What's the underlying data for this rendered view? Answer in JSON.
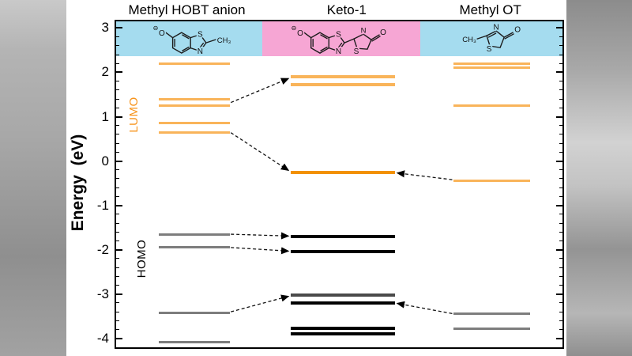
{
  "figure": {
    "yaxis": {
      "label": "Energy  (eV)",
      "major_ticks": [
        3,
        2,
        1,
        0,
        -1,
        -2,
        -3,
        -4
      ]
    },
    "lumo_label": "LUMO",
    "homo_label": "HOMO",
    "lumo_label_color": "#F7941D",
    "homo_label_color": "#000000",
    "columns": [
      {
        "title": "Methyl HOBT anion",
        "banner_color": "#A5DCEF"
      },
      {
        "title": "Keto-1",
        "banner_color": "#F6A6D4"
      },
      {
        "title": "Methyl OT",
        "banner_color": "#A5DCEF"
      }
    ],
    "structures": [
      {
        "name": "methyl-hobt-anion",
        "atoms": {
          "charge": "⊖",
          "o": "O",
          "s": "S",
          "n": "N",
          "ch3": "CH₃"
        }
      },
      {
        "name": "keto-1",
        "atoms": {
          "charge": "⊖",
          "o": "O",
          "s1": "S",
          "n1": "N",
          "n2": "N",
          "s2": "S",
          "o2": "O"
        }
      },
      {
        "name": "methyl-ot",
        "atoms": {
          "ch3": "CH₃",
          "n": "N",
          "s": "S",
          "o": "O"
        }
      }
    ]
  },
  "chart_data": {
    "type": "line",
    "subtype": "energy-level-diagram",
    "title": "",
    "ylabel": "Energy (eV)",
    "ylim": [
      -4.2,
      3.15
    ],
    "grid": false,
    "columns": [
      "Methyl HOBT anion",
      "Keto-1",
      "Methyl OT"
    ],
    "column_spans": [
      [
        0.095,
        0.255
      ],
      [
        0.392,
        0.625
      ],
      [
        0.755,
        0.928
      ]
    ],
    "banner_spans": [
      [
        0.0,
        0.327
      ],
      [
        0.327,
        0.681
      ],
      [
        0.681,
        1.0
      ]
    ],
    "banner_bottom_energy": 2.36,
    "title_centers": [
      0.162,
      0.52,
      0.842
    ],
    "lumo_label_center": 1.05,
    "homo_label_center": -2.2,
    "minor_tick_step": 0.2,
    "palette": {
      "lumo_light": "#F9B45A",
      "lumo_dark": "#F29100",
      "homo_gray": "#7D7D7D",
      "homo_dark_gray": "#4A4A4A",
      "homo_black": "#000000"
    },
    "levels": [
      {
        "col": 0,
        "e": 2.2,
        "color": "lumo_light",
        "orbital": "LUMO"
      },
      {
        "col": 0,
        "e": 1.4,
        "color": "lumo_light",
        "orbital": "LUMO"
      },
      {
        "col": 0,
        "e": 1.25,
        "color": "lumo_light",
        "orbital": "LUMO"
      },
      {
        "col": 0,
        "e": 0.85,
        "color": "lumo_light",
        "orbital": "LUMO"
      },
      {
        "col": 0,
        "e": 0.65,
        "color": "lumo_light",
        "orbital": "LUMO"
      },
      {
        "col": 0,
        "e": -1.65,
        "color": "homo_gray",
        "orbital": "HOMO"
      },
      {
        "col": 0,
        "e": -1.95,
        "color": "homo_gray",
        "orbital": "HOMO"
      },
      {
        "col": 0,
        "e": -3.42,
        "color": "homo_gray",
        "orbital": "HOMO"
      },
      {
        "col": 0,
        "e": -4.08,
        "color": "homo_gray",
        "orbital": "HOMO"
      },
      {
        "col": 1,
        "e": 1.9,
        "color": "lumo_light",
        "thick": true,
        "orbital": "LUMO"
      },
      {
        "col": 1,
        "e": 1.72,
        "color": "lumo_light",
        "thick": true,
        "orbital": "LUMO"
      },
      {
        "col": 1,
        "e": -0.25,
        "color": "lumo_dark",
        "thick": true,
        "orbital": "LUMO"
      },
      {
        "col": 1,
        "e": -1.7,
        "color": "homo_black",
        "thick": true,
        "orbital": "HOMO"
      },
      {
        "col": 1,
        "e": -2.05,
        "color": "homo_black",
        "thick": true,
        "orbital": "HOMO"
      },
      {
        "col": 1,
        "e": -3.02,
        "color": "homo_dark_gray",
        "thick": true,
        "orbital": "HOMO"
      },
      {
        "col": 1,
        "e": -3.2,
        "color": "homo_black",
        "thick": true,
        "orbital": "HOMO"
      },
      {
        "col": 1,
        "e": -3.77,
        "color": "homo_black",
        "thick": true,
        "orbital": "HOMO"
      },
      {
        "col": 1,
        "e": -3.9,
        "color": "homo_black",
        "thick": true,
        "orbital": "HOMO"
      },
      {
        "col": 2,
        "e": 2.2,
        "color": "lumo_light",
        "orbital": "LUMO"
      },
      {
        "col": 2,
        "e": 2.1,
        "color": "lumo_light",
        "orbital": "LUMO"
      },
      {
        "col": 2,
        "e": 1.25,
        "color": "lumo_light",
        "orbital": "LUMO"
      },
      {
        "col": 2,
        "e": -0.45,
        "color": "lumo_light",
        "orbital": "LUMO"
      },
      {
        "col": 2,
        "e": -3.45,
        "color": "homo_gray",
        "orbital": "HOMO"
      },
      {
        "col": 2,
        "e": -3.78,
        "color": "homo_gray",
        "orbital": "HOMO"
      }
    ],
    "arrows": [
      {
        "x1": 0.257,
        "e1": 1.32,
        "x2": 0.386,
        "e2": 1.86
      },
      {
        "x1": 0.257,
        "e1": 0.64,
        "x2": 0.386,
        "e2": -0.21
      },
      {
        "x1": 0.753,
        "e1": -0.42,
        "x2": 0.63,
        "e2": -0.27
      },
      {
        "x1": 0.257,
        "e1": -1.65,
        "x2": 0.386,
        "e2": -1.69
      },
      {
        "x1": 0.257,
        "e1": -1.95,
        "x2": 0.386,
        "e2": -2.03
      },
      {
        "x1": 0.257,
        "e1": -3.4,
        "x2": 0.386,
        "e2": -3.05
      },
      {
        "x1": 0.753,
        "e1": -3.44,
        "x2": 0.63,
        "e2": -3.21
      }
    ]
  }
}
